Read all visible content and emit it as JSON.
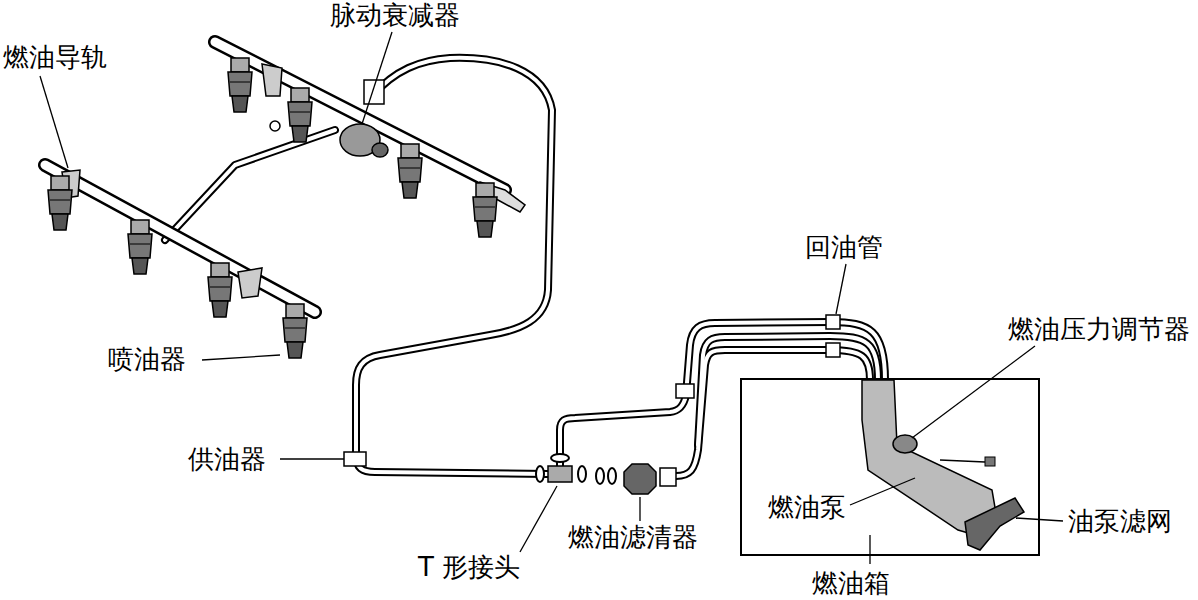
{
  "diagram": {
    "nodes": [
      {
        "text": [
          "燃油箱"
        ]
      }
    ],
    "labels": [
      "脉动衰减器",
      "燃油导轨",
      "回油管",
      "燃油压力调节器",
      "喷油器",
      "供油器",
      "燃油泵",
      "油泵滤网",
      "T 形接头",
      "燃油滤清器"
    ]
  }
}
